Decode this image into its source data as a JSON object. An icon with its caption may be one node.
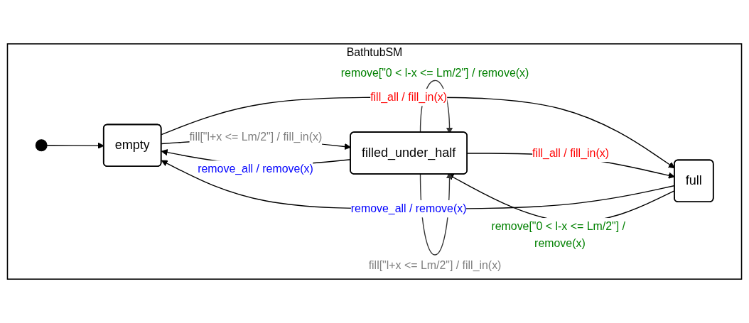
{
  "diagram": {
    "nodes": [
      {
        "text": [
          "BathtubSM"
        ]
      },
      {
        "text": [],
        "shape": "circle",
        "in": 0
      },
      {
        "text": [
          "empty"
        ],
        "in": 0
      },
      {
        "text": [
          "filled_under_half"
        ],
        "in": 0
      },
      {
        "text": [
          "full"
        ],
        "in": 0
      }
    ],
    "edges": [
      {
        "from": 1,
        "to": 2,
        "arrow": "to"
      },
      {
        "from": 3,
        "to": 2,
        "arrow": "to",
        "label": "remove_all / remove(x)"
      },
      {
        "from": 2,
        "to": 3,
        "arrow": "to",
        "label": "fill[\"l+x <= Lm/2\"] / fill_in(x)"
      },
      {
        "from": 3,
        "to": 3,
        "arrow": "to",
        "label": "remove[\"0 < l-x <= Lm/2\"] / remove(x)"
      },
      {
        "from": 3,
        "to": 3,
        "arrow": "to",
        "label": "fill[\"l+x <= Lm/2\"] / fill_in(x)"
      },
      {
        "from": 2,
        "to": 4,
        "arrow": "to",
        "label": "fill_all / fill_in(x)"
      },
      {
        "from": 4,
        "to": 2,
        "arrow": "to",
        "label": "remove_all / remove(x)"
      },
      {
        "from": 3,
        "to": 4,
        "arrow": "to",
        "label": "fill_all / fill_in(x)"
      },
      {
        "from": 4,
        "to": 3,
        "arrow": "to",
        "label": "remove[\"0 < l-x <= Lm/2\"] / remove(x)"
      }
    ]
  }
}
